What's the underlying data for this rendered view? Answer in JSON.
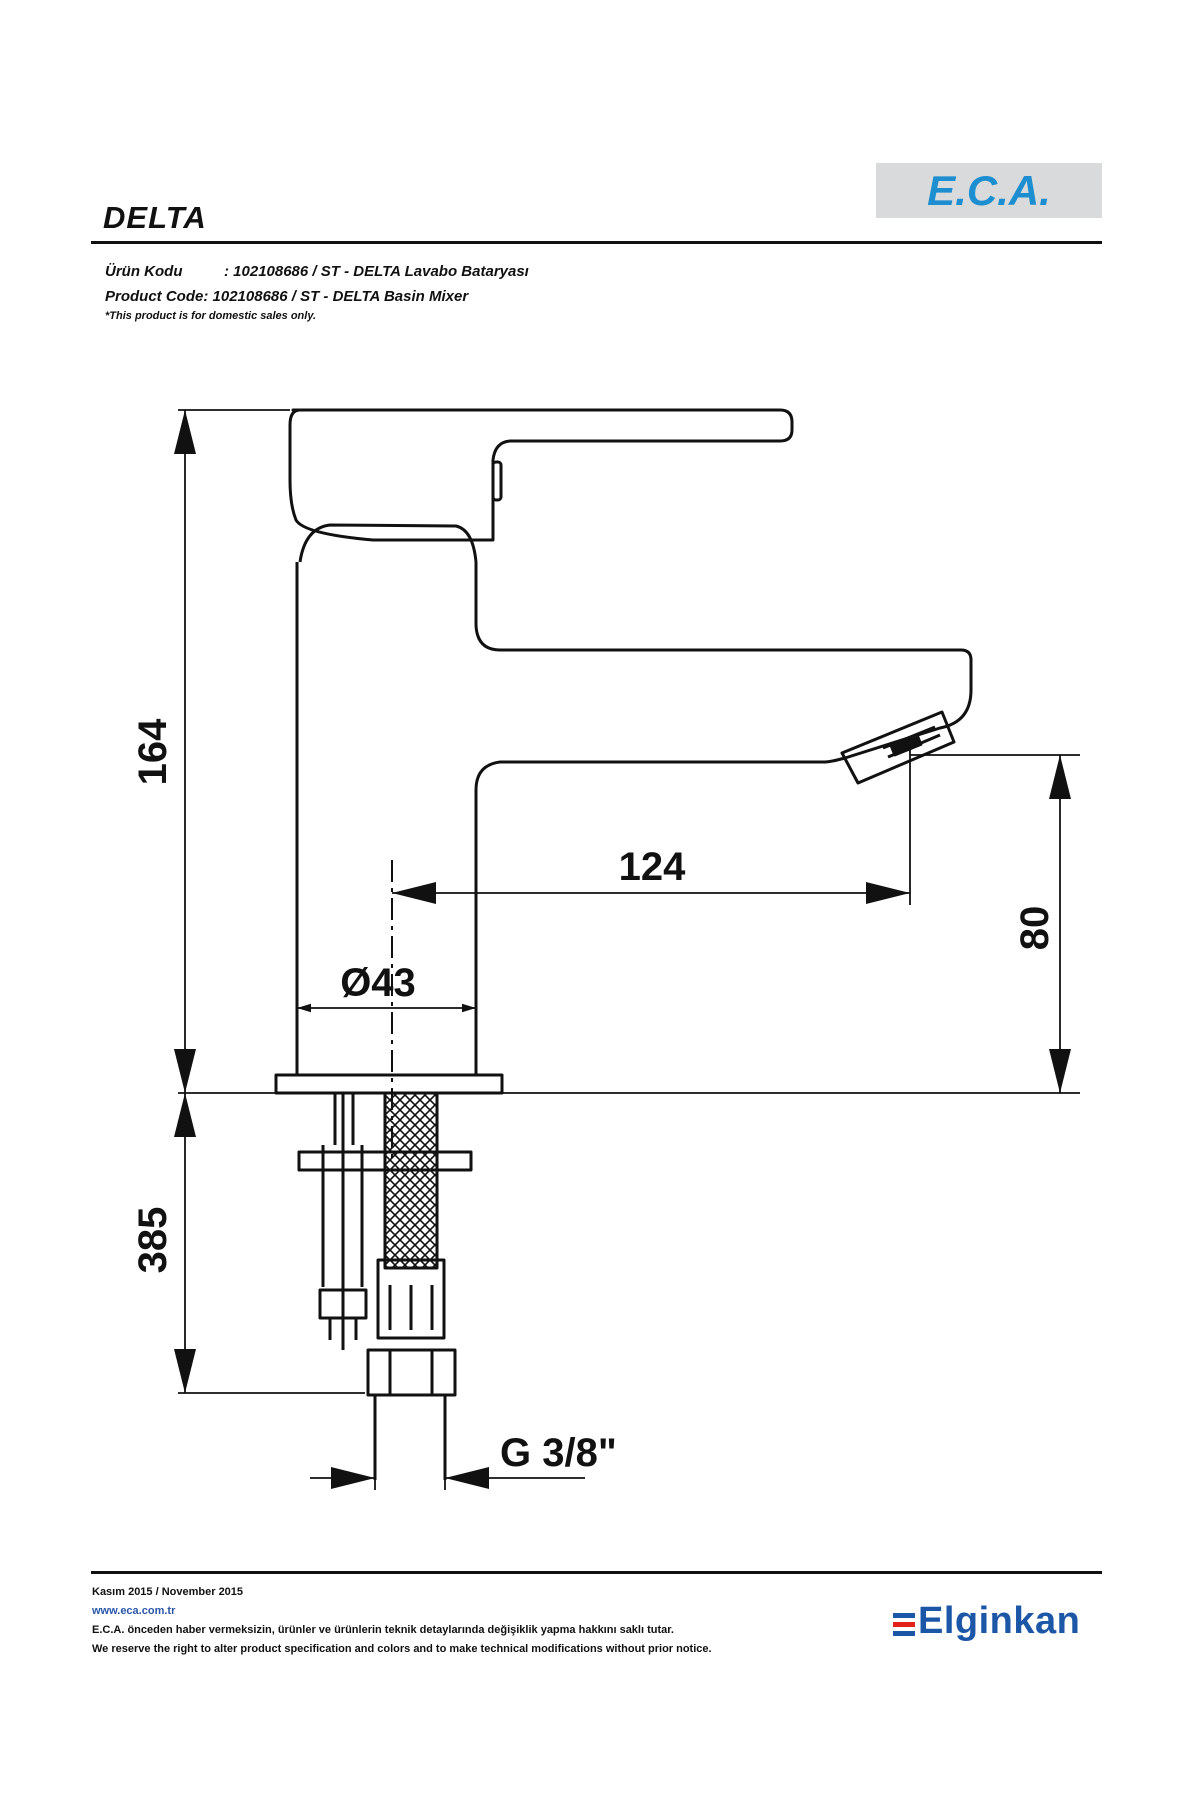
{
  "header": {
    "title": "DELTA",
    "brand_logo": "E.C.A."
  },
  "product_info": {
    "tr_label": "Ürün Kodu",
    "tr_value": ": 102108686 / ST - DELTA Lavabo Bataryası",
    "en_label": "Product Code:",
    "en_value": "102108686 / ST - DELTA Basin Mixer",
    "note": "*This product is for domestic sales only."
  },
  "dimensions": {
    "total_height": "164",
    "spout_reach": "124",
    "spout_height": "80",
    "body_diameter": "Ø43",
    "hose_length": "385",
    "connection": "G 3/8\""
  },
  "footer": {
    "date": "Kasım 2015 / November 2015",
    "website": "www.eca.com.tr",
    "disclaimer_tr": "E.C.A. önceden haber vermeksizin, ürünler ve ürünlerin teknik detaylarında değişiklik yapma hakkını saklı tutar.",
    "disclaimer_en": "We reserve the right to alter product specification and colors and to make technical modifications without prior notice.",
    "company_logo": "Elginkan"
  },
  "colors": {
    "eca_blue": "#1d8fd1",
    "elginkan_blue": "#1b56a7",
    "elginkan_red": "#e2231a",
    "logo_bg": "#d8dadc"
  }
}
